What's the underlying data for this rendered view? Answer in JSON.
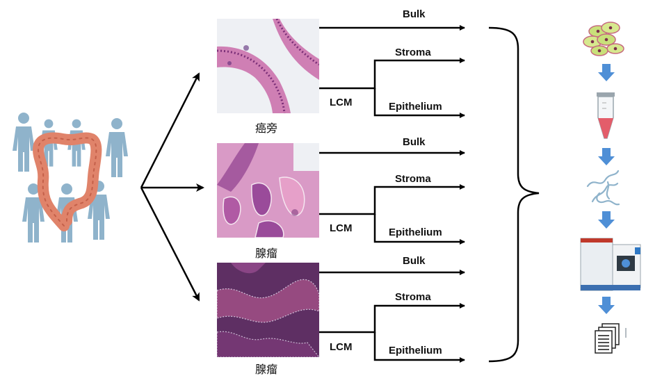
{
  "samples": [
    {
      "caption": "癌旁",
      "bulk_label": "Bulk",
      "lcm_label": "LCM",
      "stroma_label": "Stroma",
      "epithelium_label": "Epithelium"
    },
    {
      "caption": "腺瘤",
      "bulk_label": "Bulk",
      "lcm_label": "LCM",
      "stroma_label": "Stroma",
      "epithelium_label": "Epithelium"
    },
    {
      "caption": "腺瘤",
      "bulk_label": "Bulk",
      "lcm_label": "LCM",
      "stroma_label": "Stroma",
      "epithelium_label": "Epithelium"
    }
  ],
  "icons": {
    "patients": "human-figures-with-colon-icon",
    "cells": "cells-icon",
    "tube": "centrifuge-tube-icon",
    "peptides": "peptides-icon",
    "instrument": "mass-spectrometer-icon",
    "report": "documents-icon"
  },
  "colors": {
    "arrow": "#000000",
    "step_arrow": "#4f8fd6",
    "figure": "#8fb3cb",
    "colon": "#e0836a",
    "he_stain": "#b0578f",
    "tube_liquid": "#e35d6a",
    "cells": "#c9e07a"
  }
}
